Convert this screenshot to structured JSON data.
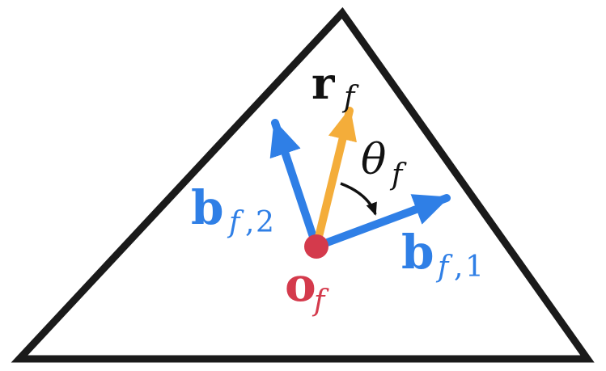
{
  "colors": {
    "outline": "#1a1a1a",
    "basis": "#2f7fe6",
    "reference": "#f4ad3a",
    "origin": "#d43a4c",
    "angle_arrow": "#111111"
  },
  "labels": {
    "r_f": {
      "main": "r",
      "sub": "f"
    },
    "theta_f": {
      "main": "θ",
      "sub": "f"
    },
    "b_f2": {
      "main": "b",
      "sub": "f",
      "sub_sep": ",",
      "sub_num": "2"
    },
    "b_f1": {
      "main": "b",
      "sub": "f",
      "sub_sep": ",",
      "sub_num": "1"
    },
    "o_f": {
      "main": "o",
      "sub": "f"
    }
  }
}
